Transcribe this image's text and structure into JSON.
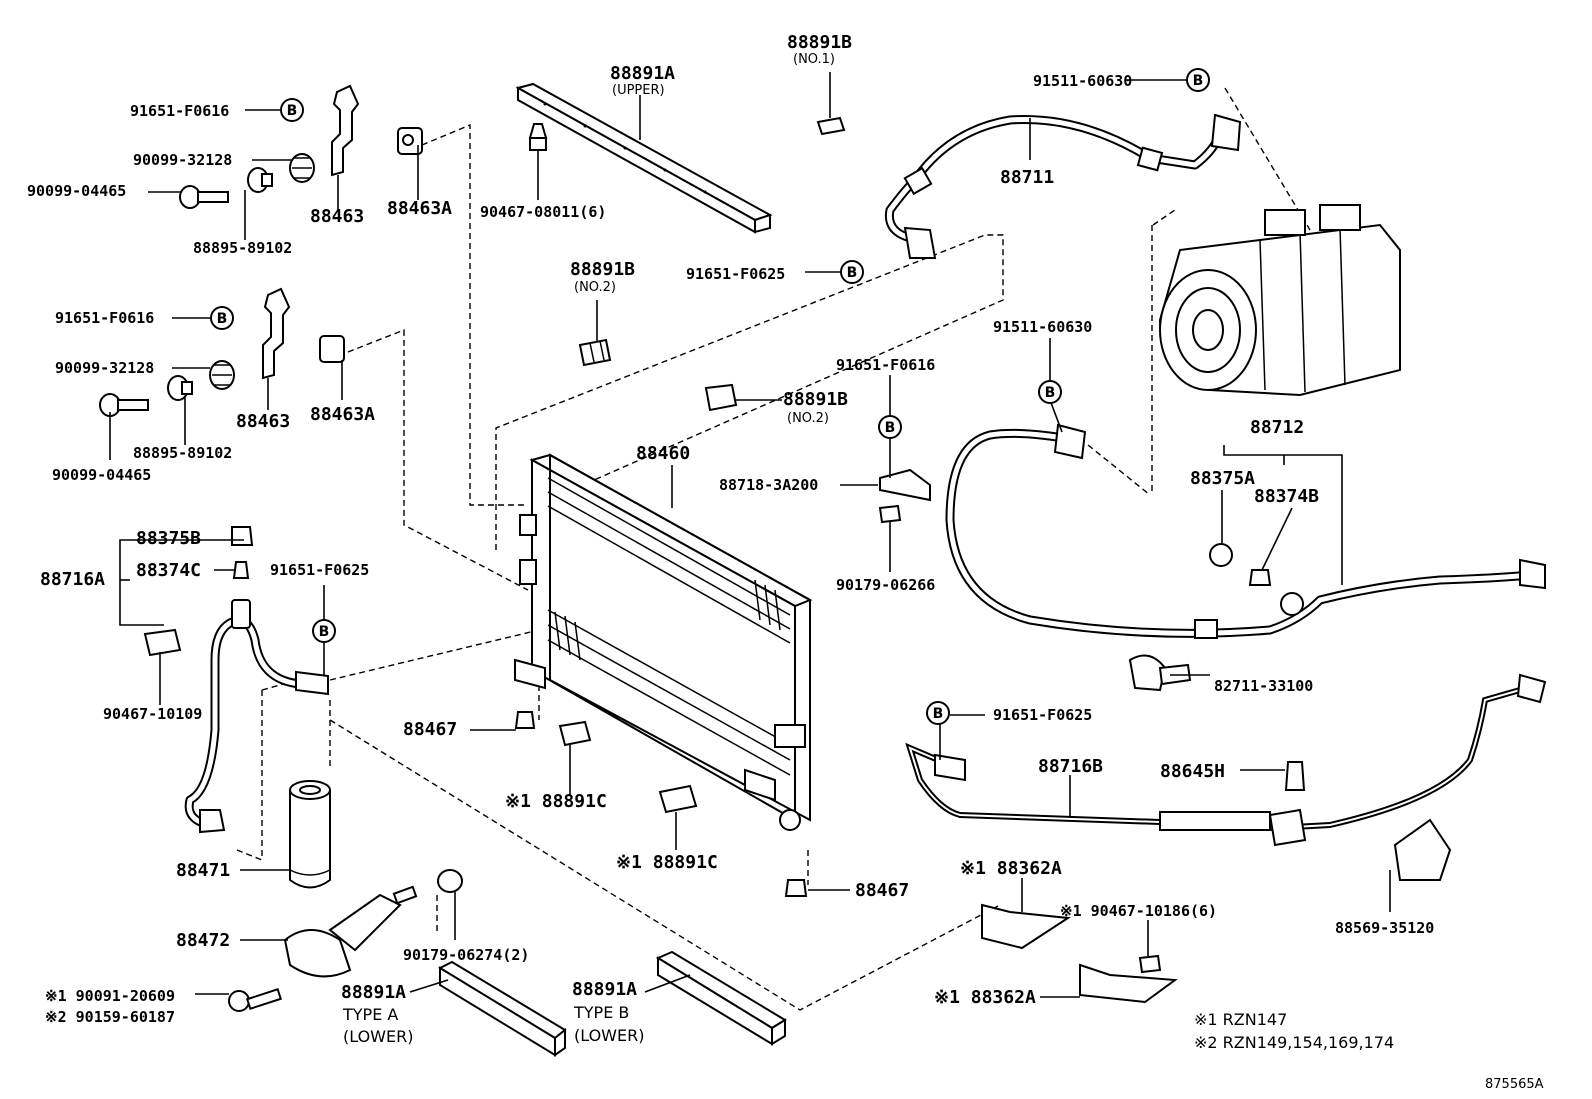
{
  "diagram_id": "875565A",
  "b_marker": "B",
  "notes": {
    "note1": "※1 RZN147",
    "note2": "※2 RZN149,154,169,174"
  },
  "labels": {
    "p91651_f0616_a": "91651-F0616",
    "p90099_32128_a": "90099-32128",
    "p90099_04465_a": "90099-04465",
    "p88895_89102_a": "88895-89102",
    "p88463_a": "88463",
    "p88463A_a": "88463A",
    "p91651_f0616_b": "91651-F0616",
    "p90099_32128_b": "90099-32128",
    "p88895_89102_b": "88895-89102",
    "p90099_04465_b": "90099-04465",
    "p88463_b": "88463",
    "p88463A_b": "88463A",
    "p88891A_upper": "88891A",
    "p88891A_upper_sub": "(UPPER)",
    "p90467_08011": "90467-08011(6)",
    "p88891B_no1": "88891B",
    "p88891B_no1_sub": "(NO.1)",
    "p88891B_no2_a": "88891B",
    "p88891B_no2_a_sub": "(NO.2)",
    "p91511_60630_a": "91511-60630",
    "p88711": "88711",
    "p91651_f0625_a": "91651-F0625",
    "p91511_60630_b": "91511-60630",
    "p91651_f0616_c": "91651-F0616",
    "p88891B_no2_b": "88891B",
    "p88891B_no2_b_sub": "(NO.2)",
    "p88718_3A200": "88718-3A200",
    "p90179_06266": "90179-06266",
    "p88460": "88460",
    "p88712": "88712",
    "p88375A": "88375A",
    "p88374B": "88374B",
    "p88375B": "88375B",
    "p88374C": "88374C",
    "p88716A": "88716A",
    "p91651_f0625_b": "91651-F0625",
    "p90467_10109": "90467-10109",
    "p88467_a": "88467",
    "p88891C_a": "※1 88891C",
    "p88891C_b": "※1 88891C",
    "p88467_b": "88467",
    "p82711_33100": "82711-33100",
    "p91651_f0625_c": "91651-F0625",
    "p88716B": "88716B",
    "p88645H": "88645H",
    "p88569_35120": "88569-35120",
    "p88471": "88471",
    "p88472": "88472",
    "p90179_06274": "90179-06274(2)",
    "p90091_20609": "※1 90091-20609",
    "p90159_60187": "※2 90159-60187",
    "p88891A_typeA": "88891A",
    "p88891A_typeA_sub1": "TYPE A",
    "p88891A_typeA_sub2": "(LOWER)",
    "p88891A_typeB": "88891A",
    "p88891A_typeB_sub1": "TYPE B",
    "p88891A_typeB_sub2": "(LOWER)",
    "p88362A_a": "※1 88362A",
    "p90467_10186": "※1 90467-10186(6)",
    "p88362A_b": "※1 88362A"
  }
}
